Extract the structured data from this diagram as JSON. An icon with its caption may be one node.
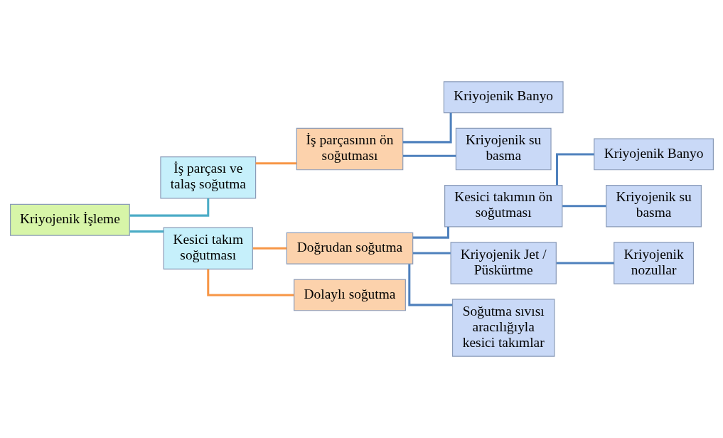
{
  "diagram": {
    "nodes": [
      {
        "text": [
          "Kriyojenik İşleme"
        ]
      },
      {
        "text": [
          "İş parçası ve talaş soğutma"
        ]
      },
      {
        "text": [
          "Kesici takım soğutması"
        ]
      },
      {
        "text": [
          "İş parçasının ön soğutması"
        ]
      },
      {
        "text": [
          "Kriyojenik Banyo"
        ]
      },
      {
        "text": [
          "Kriyojenik su basma"
        ]
      },
      {
        "text": [
          "Doğrudan soğutma"
        ]
      },
      {
        "text": [
          "Dolaylı soğutma"
        ]
      },
      {
        "text": [
          "Kesici takımın ön soğutması"
        ]
      },
      {
        "text": [
          "Kriyojenik Jet / Püskürtme"
        ]
      },
      {
        "text": [
          "Soğutma sıvısı aracılığıyla kesici takımlar"
        ]
      },
      {
        "text": [
          "Kriyojenik Banyo"
        ]
      },
      {
        "text": [
          "Kriyojenik su basma"
        ]
      },
      {
        "text": [
          "Kriyojenik nozullar"
        ]
      }
    ],
    "edges": [
      {
        "from": 0,
        "to": 1,
        "arrow": "none",
        "color": "#4bacc6"
      },
      {
        "from": 0,
        "to": 2,
        "arrow": "none",
        "color": "#4bacc6"
      },
      {
        "from": 1,
        "to": 3,
        "arrow": "none",
        "color": "#f79646"
      },
      {
        "from": 3,
        "to": 4,
        "arrow": "none"
      },
      {
        "from": 3,
        "to": 5,
        "arrow": "none"
      },
      {
        "from": 2,
        "to": 6,
        "arrow": "none",
        "color": "#f79646"
      },
      {
        "from": 2,
        "to": 7,
        "arrow": "none",
        "color": "#f79646"
      },
      {
        "from": 6,
        "to": 8,
        "arrow": "none"
      },
      {
        "from": 6,
        "to": 9,
        "arrow": "none"
      },
      {
        "from": 6,
        "to": 10,
        "arrow": "none"
      },
      {
        "from": 8,
        "to": 11,
        "arrow": "none"
      },
      {
        "from": 8,
        "to": 12,
        "arrow": "none"
      },
      {
        "from": 9,
        "to": 13,
        "arrow": "none"
      }
    ]
  }
}
